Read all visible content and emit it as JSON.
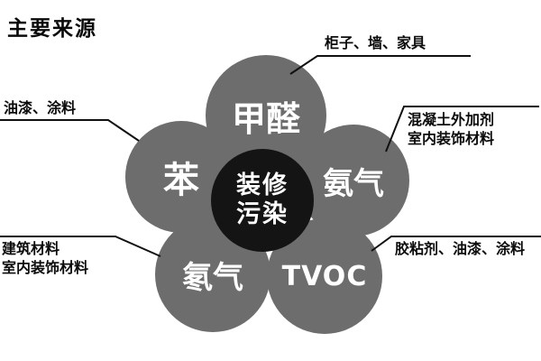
{
  "title": "主要来源",
  "center": {
    "line1": "装修",
    "line2": "污染"
  },
  "circles": [
    {
      "id": "formaldehyde",
      "label": "甲醛"
    },
    {
      "id": "benzene",
      "label": "苯"
    },
    {
      "id": "ammonia",
      "label": "氨气"
    },
    {
      "id": "radon",
      "label": "氡气"
    },
    {
      "id": "tvoc",
      "label": "TVOC"
    }
  ],
  "callouts": [
    {
      "id": "formaldehyde-source",
      "target": "甲醛",
      "lines": [
        "柜子、墙、家具"
      ]
    },
    {
      "id": "benzene-source",
      "target": "苯",
      "lines": [
        "油漆、涂料"
      ]
    },
    {
      "id": "ammonia-source",
      "target": "氨气",
      "lines": [
        "混凝土外加剂",
        "室内装饰材料"
      ]
    },
    {
      "id": "radon-source",
      "target": "氡气",
      "lines": [
        "建筑材料",
        "室内装饰材料"
      ]
    },
    {
      "id": "tvoc-source",
      "target": "TVOC",
      "lines": [
        "胶粘剂、油漆、涂料"
      ]
    }
  ],
  "colors": {
    "circle_gray": "#6d6d6d",
    "center_black": "#141414",
    "circle_text": "#ffffff",
    "line_black": "#111111",
    "background": "#ffffff"
  }
}
